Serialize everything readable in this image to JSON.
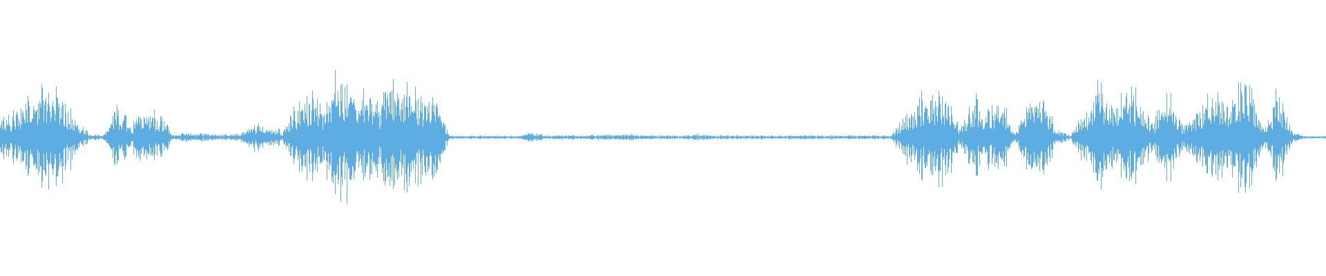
{
  "waveform": {
    "color": "#5dade2",
    "background": "#ffffff",
    "amplitude_envelope": [
      0.15,
      0.25,
      0.33,
      0.35,
      0.3,
      0.15,
      0.02,
      0.02,
      0.22,
      0.1,
      0.2,
      0.18,
      0.02,
      0.03,
      0.03,
      0.02,
      0.02,
      0.03,
      0.1,
      0.08,
      0.05,
      0.25,
      0.3,
      0.25,
      0.5,
      0.4,
      0.3,
      0.25,
      0.4,
      0.35,
      0.3,
      0.3,
      0.012,
      0.012,
      0.012,
      0.012,
      0.012,
      0.012,
      0.04,
      0.015,
      0.015,
      0.018,
      0.015,
      0.02,
      0.015,
      0.025,
      0.015,
      0.015,
      0.015,
      0.015,
      0.025,
      0.015,
      0.015,
      0.015,
      0.015,
      0.015,
      0.015,
      0.015,
      0.015,
      0.015,
      0.015,
      0.015,
      0.015,
      0.015,
      0.015,
      0.15,
      0.3,
      0.3,
      0.35,
      0.05,
      0.3,
      0.2,
      0.28,
      0.03,
      0.3,
      0.3,
      0.05,
      0.02,
      0.2,
      0.38,
      0.2,
      0.38,
      0.3,
      0.1,
      0.38,
      0.1,
      0.15,
      0.3,
      0.3,
      0.35,
      0.38,
      0.05,
      0.38,
      0.05,
      0.01,
      0.01
    ]
  }
}
